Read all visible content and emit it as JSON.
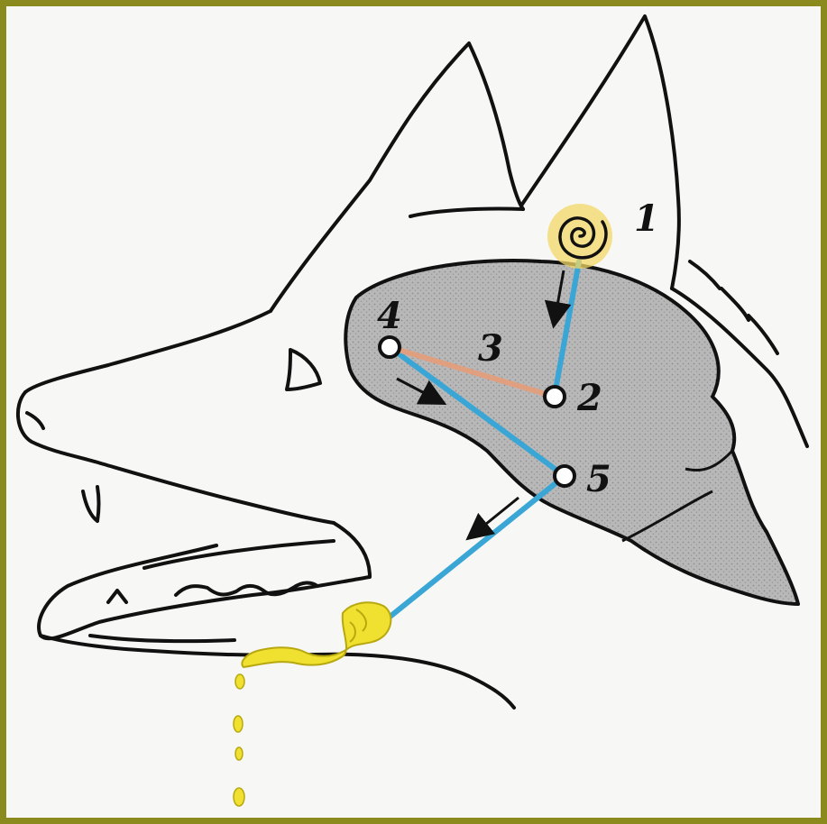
{
  "figure": {
    "labels": {
      "ear_receptor": "1",
      "auditory_center": "2",
      "temporary_connection": "3",
      "food_center": "4",
      "salivary_center": "5"
    },
    "colors": {
      "frame": "#8a8a1e",
      "brain_fill": "#b4b4b4",
      "nerve_path": "#3aa6d6",
      "temporary_link": "#e0a080",
      "saliva": "#f0e030",
      "sound_source": "#e8c020",
      "outline": "#111111"
    },
    "icons": {
      "sound_source": "spiral-sound-icon",
      "direction_marker": "arrow-icon"
    }
  }
}
